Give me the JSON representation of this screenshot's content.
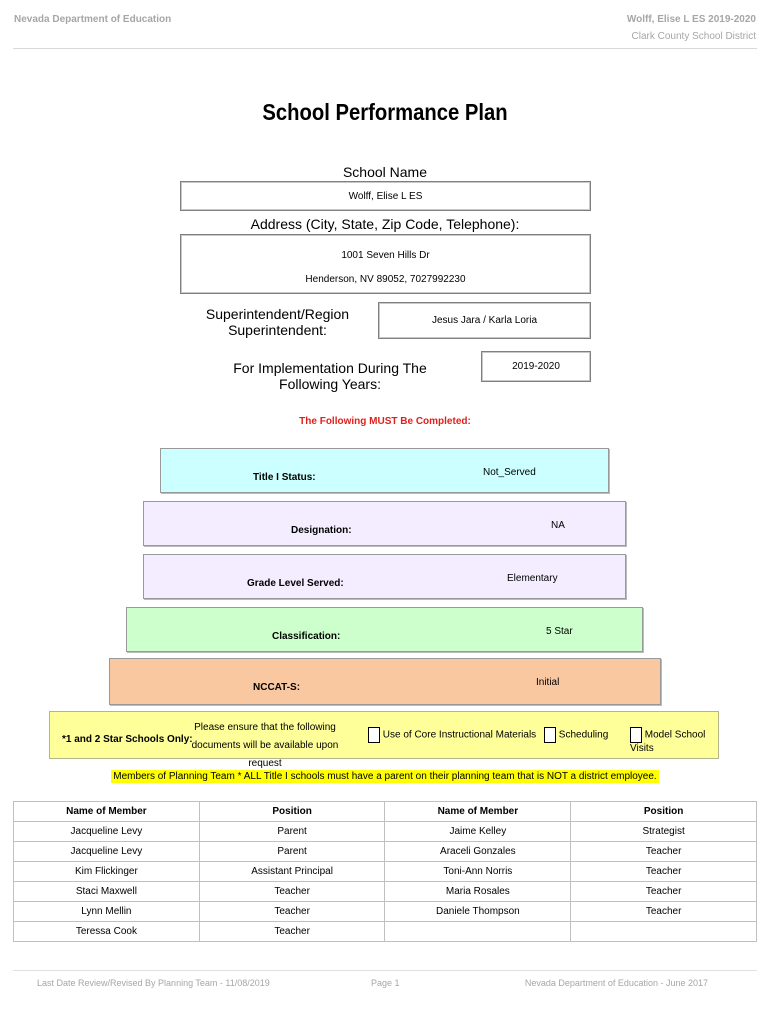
{
  "header": {
    "agency": "Nevada Department of Education",
    "school_year": "Wolff, Elise L ES  2019-2020",
    "district": "Clark County School District"
  },
  "title": "School Performance Plan",
  "school_name": {
    "label": "School Name",
    "value": "Wolff, Elise L ES"
  },
  "address": {
    "label": "Address (City, State, Zip Code, Telephone):",
    "line1": "1001 Seven Hills Dr",
    "line2": "Henderson, NV  89052, 7027992230"
  },
  "superintendent": {
    "label_line1": "Superintendent/Region",
    "label_line2": "Superintendent:",
    "value": "Jesus Jara / Karla Loria"
  },
  "implementation": {
    "label": "For Implementation During The Following Years:",
    "value": "2019-2020"
  },
  "must_complete": "The Following MUST Be Completed:",
  "status": {
    "title1": {
      "label": "Title I Status:",
      "value": "Not_Served",
      "color": "#ccffff"
    },
    "designation": {
      "label": "Designation:",
      "value": "NA",
      "color": "#f3edff"
    },
    "grade_level": {
      "label": "Grade Level Served:",
      "value": "Elementary",
      "color": "#f3edff"
    },
    "classification": {
      "label": "Classification:",
      "value": "5 Star",
      "color": "#ccffcc"
    },
    "nccat": {
      "label": "NCCAT-S:",
      "value": "Initial",
      "color": "#fac8a0"
    }
  },
  "star_schools": {
    "label": "*1 and 2 Star Schools Only:",
    "note_line1": "Please ensure that the following",
    "note_line2": "documents will be available upon request",
    "option1": "Use of Core Instructional Materials",
    "option2": "Scheduling",
    "option3": "Model School Visits"
  },
  "members_note": "Members of Planning Team * ALL Title I schools must have a parent on their planning team that is NOT a district employee.",
  "team_table": {
    "headers": [
      "Name of Member",
      "Position",
      "Name of Member",
      "Position"
    ],
    "rows": [
      [
        "Jacqueline Levy",
        "Parent",
        "Jaime Kelley",
        "Strategist"
      ],
      [
        "Jacqueline Levy",
        "Parent",
        "Araceli Gonzales",
        "Teacher"
      ],
      [
        "Kim Flickinger",
        "Assistant Principal",
        "Toni-Ann Norris",
        "Teacher"
      ],
      [
        "Staci Maxwell",
        "Teacher",
        "Maria Rosales",
        "Teacher"
      ],
      [
        "Lynn Mellin",
        "Teacher",
        "Daniele Thompson",
        "Teacher"
      ],
      [
        "Teressa Cook",
        "Teacher",
        "",
        ""
      ]
    ]
  },
  "footer": {
    "left": "Last Date Review/Revised By Planning Team - 11/08/2019",
    "center": "Page 1",
    "right": "Nevada Department of Education - June 2017"
  }
}
